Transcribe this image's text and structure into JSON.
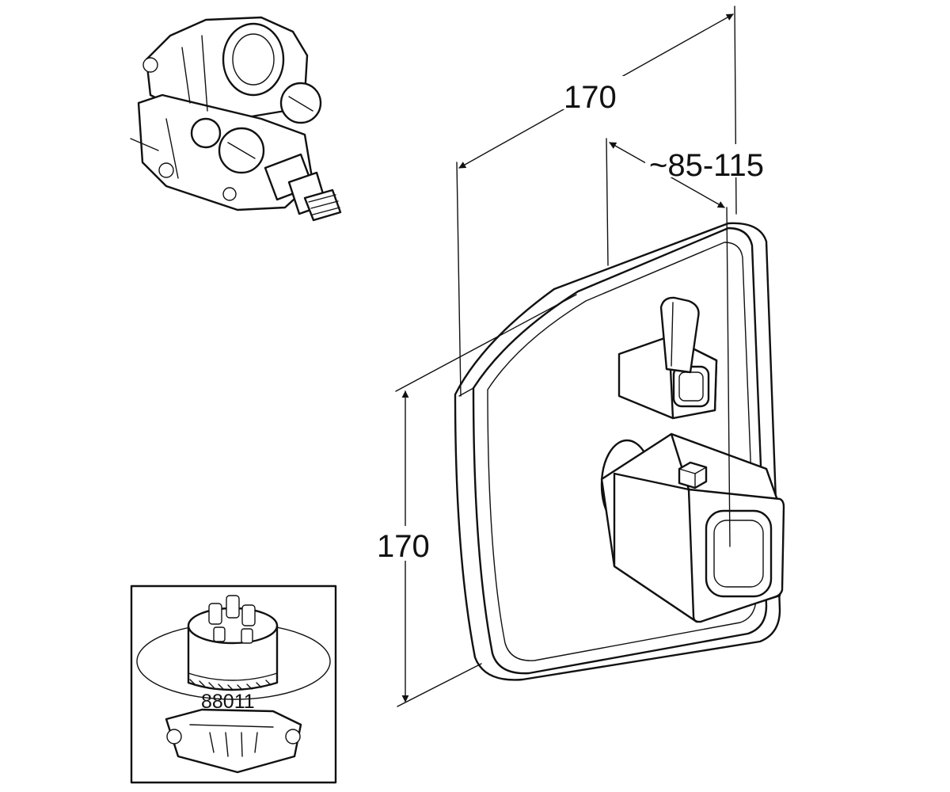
{
  "dimensions": {
    "width": "170",
    "projection": "~85-115",
    "height": "170"
  },
  "inset": {
    "part_number": "88011"
  },
  "colors": {
    "line": "#111111",
    "background": "#ffffff"
  }
}
